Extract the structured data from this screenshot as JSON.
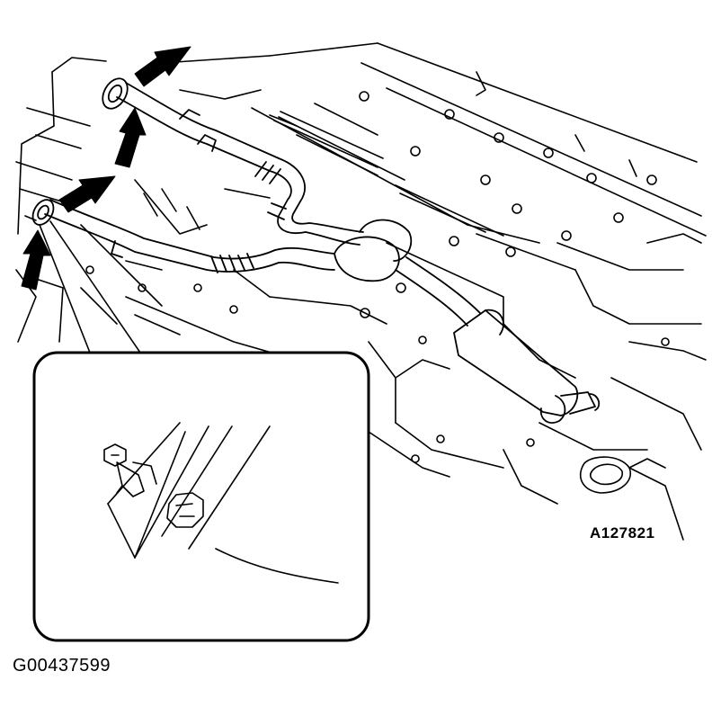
{
  "figure": {
    "illustration_code": "A127821",
    "graphic_id": "G00437599",
    "colors": {
      "ink": "#000000",
      "paper": "#ffffff"
    },
    "callout_arrows": 4
  }
}
